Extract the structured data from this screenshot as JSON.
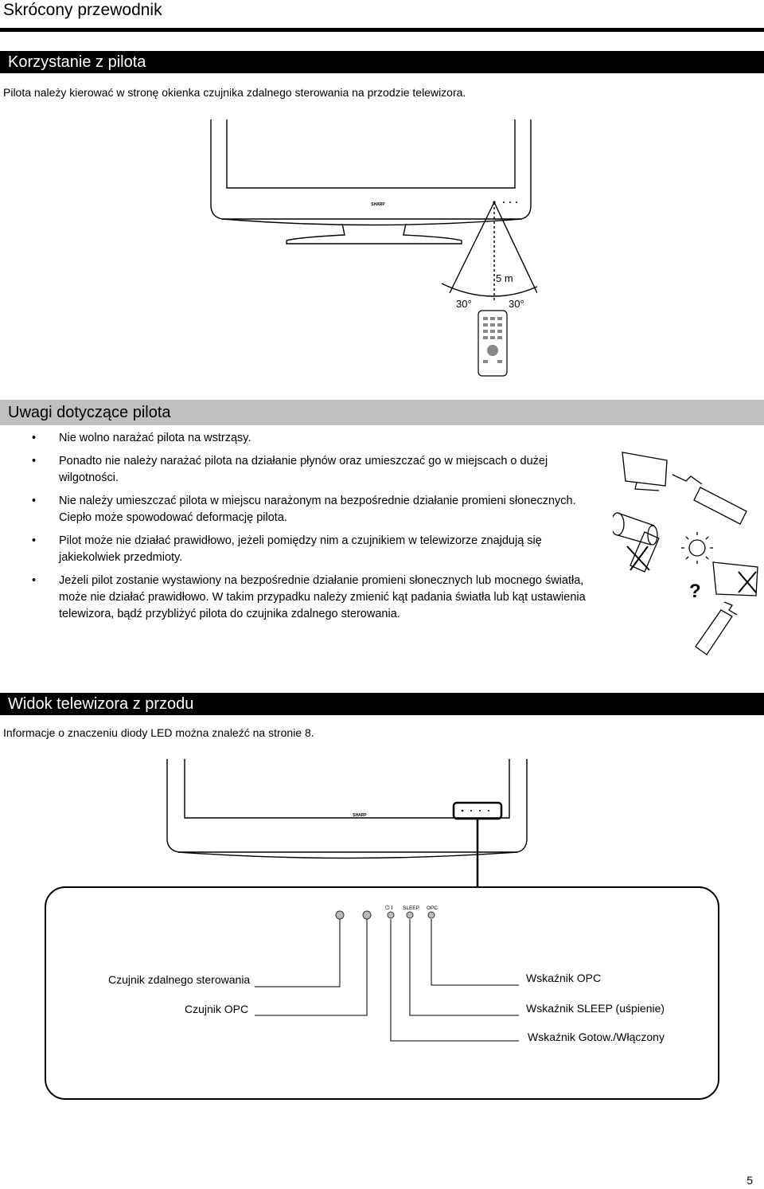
{
  "page": {
    "title": "Skrócony przewodnik",
    "number": "5"
  },
  "remote_use": {
    "heading": "Korzystanie z pilota",
    "text": "Pilota należy kierować w stronę okienka czujnika zdalnego sterowania na przodzie telewizora.",
    "distance_label": "5 m",
    "angle_left": "30°",
    "angle_right": "30°",
    "tv_brand": "SHARP"
  },
  "remote_notes": {
    "heading": "Uwagi dotyczące pilota",
    "bullet": "•",
    "items": [
      "Nie wolno narażać pilota na wstrząsy.",
      "Ponadto nie należy narażać pilota na działanie płynów oraz umieszczać go w miejscach o dużej wilgotności.",
      "Nie należy umieszczać pilota w miejscu narażonym na bezpośrednie działanie promieni słonecznych. Ciepło może spowodować deformację pilota.",
      "Pilot może nie działać prawidłowo, jeżeli pomiędzy nim a czujnikiem w telewizorze znajdują się jakiekolwiek przedmioty.",
      "Jeżeli pilot zostanie wystawiony na bezpośrednie działanie promieni słonecznych lub mocnego światła, może nie działać prawidłowo. W takim przypadku należy zmienić kąt padania światła lub kąt ustawienia telewizora, bądź przybliżyć pilota do czujnika zdalnego sterowania."
    ]
  },
  "front_view": {
    "heading": "Widok telewizora z przodu",
    "text": "Informacje o znaczeniu diody LED można znaleźć na stronie 8.",
    "tv_brand": "SHARP",
    "panel_labels": {
      "power_symbol": "⏻ I",
      "sleep": "SLEEP",
      "opc": "OPC"
    },
    "callouts": {
      "remote_sensor": "Czujnik zdalnego sterowania",
      "opc_sensor": "Czujnik OPC",
      "opc_indicator": "Wskaźnik OPC",
      "sleep_indicator": "Wskaźnik SLEEP (uśpienie)",
      "power_indicator": "Wskaźnik Gotow./Włączony"
    }
  }
}
